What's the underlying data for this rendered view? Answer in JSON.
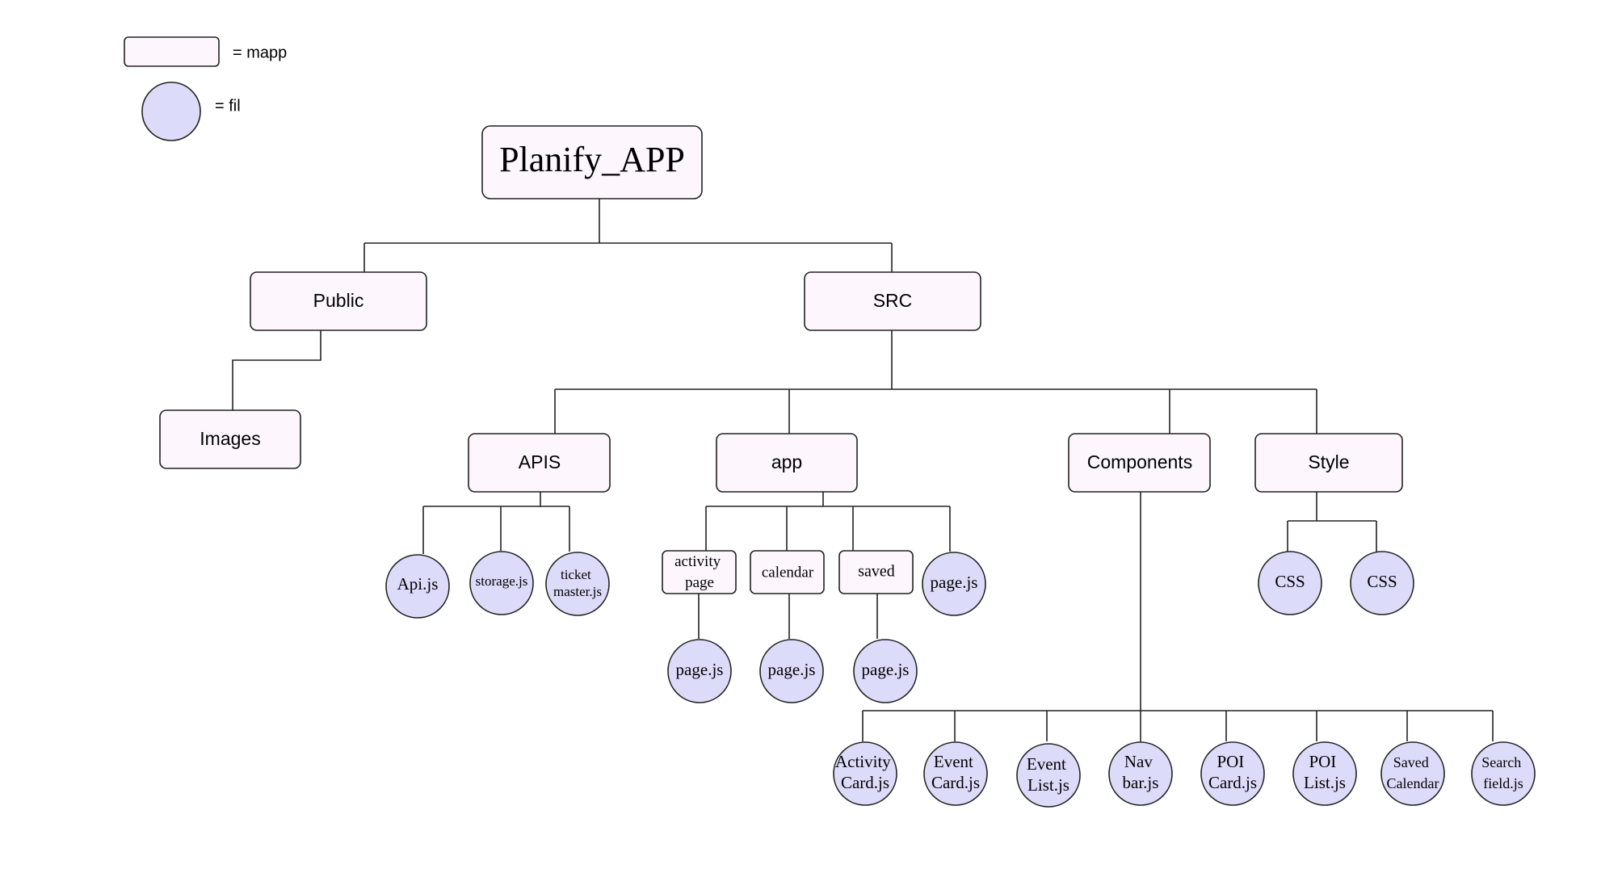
{
  "legend": {
    "folder_label": "= mapp",
    "file_label": "= fil"
  },
  "root": "Planify_APP",
  "folders": {
    "public": "Public",
    "src": "SRC",
    "images": "Images",
    "apis": "APIS",
    "app": "app",
    "components": "Components",
    "style": "Style",
    "activity_page": [
      "activity",
      "page"
    ],
    "calendar": "calendar",
    "saved": "saved"
  },
  "files": {
    "apis": [
      [
        "Api.js"
      ],
      [
        "storage.js"
      ],
      [
        "ticket",
        "master.js"
      ]
    ],
    "app_page": [
      "page.js"
    ],
    "activity_page_js": [
      "page.js"
    ],
    "calendar_page_js": [
      "page.js"
    ],
    "saved_page_js": [
      "page.js"
    ],
    "style": [
      [
        "CSS"
      ],
      [
        "CSS"
      ]
    ],
    "components": [
      [
        "Activity",
        "Card.js"
      ],
      [
        "Event",
        "Card.js"
      ],
      [
        "Event",
        "List.js"
      ],
      [
        "Nav",
        "bar.js"
      ],
      [
        "POI",
        "Card.js"
      ],
      [
        "POI",
        "List.js"
      ],
      [
        "Saved",
        "Calendar"
      ],
      [
        "Search",
        "field.js"
      ]
    ]
  },
  "colors": {
    "folder_fill": "#fdf7fd",
    "file_fill": "#dcdcfa",
    "stroke": "#222222"
  }
}
